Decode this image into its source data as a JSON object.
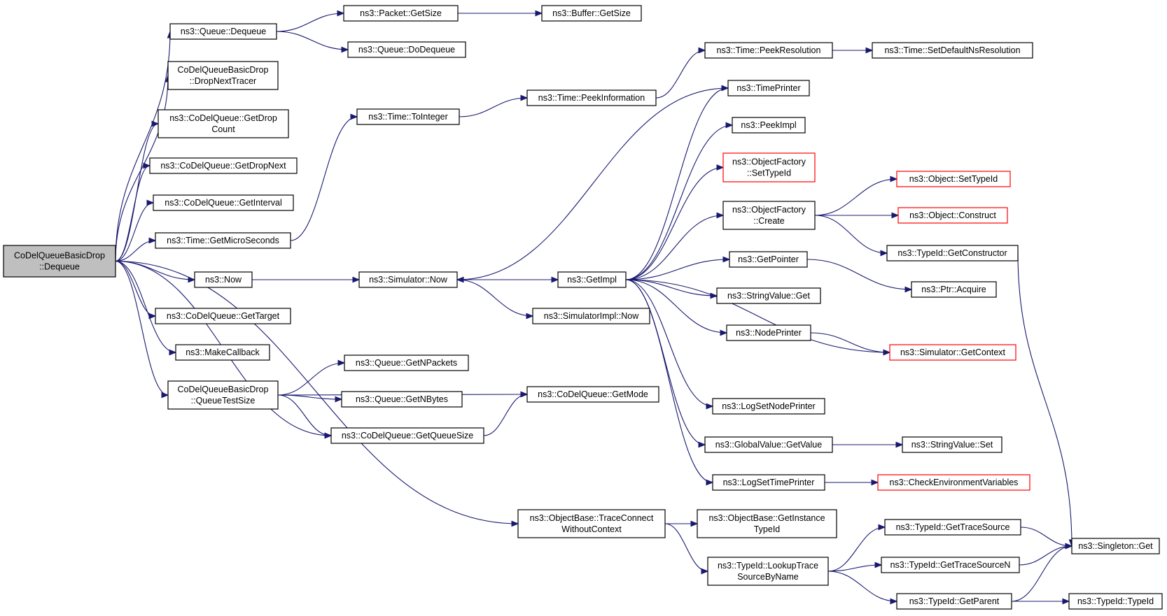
{
  "colors": {
    "edge": "#191970",
    "node_border": "#000000",
    "truncated_border": "#ff0000",
    "root_fill": "#bfbfbf",
    "background": "#ffffff"
  },
  "nodes": {
    "root": [
      "CoDelQueueBasicDrop",
      "::Dequeue"
    ],
    "queue_dequeue": [
      "ns3::Queue::Dequeue"
    ],
    "packet_getsize": [
      "ns3::Packet::GetSize"
    ],
    "buffer_getsize": [
      "ns3::Buffer::GetSize"
    ],
    "queue_dodequeue": [
      "ns3::Queue::DoDequeue"
    ],
    "drop_next_tracer": [
      "CoDelQueueBasicDrop",
      "::DropNextTracer"
    ],
    "get_drop_count": [
      "ns3::CoDelQueue::GetDrop",
      "Count"
    ],
    "get_drop_next": [
      "ns3::CoDelQueue::GetDropNext"
    ],
    "get_interval": [
      "ns3::CoDelQueue::GetInterval"
    ],
    "time_get_micro": [
      "ns3::Time::GetMicroSeconds"
    ],
    "ns3_now": [
      "ns3::Now"
    ],
    "get_target": [
      "ns3::CoDelQueue::GetTarget"
    ],
    "make_callback": [
      "ns3::MakeCallback"
    ],
    "queue_test_size": [
      "CoDelQueueBasicDrop",
      "::QueueTestSize"
    ],
    "queue_get_npackets": [
      "ns3::Queue::GetNPackets"
    ],
    "queue_get_nbytes": [
      "ns3::Queue::GetNBytes"
    ],
    "codel_get_queue_size": [
      "ns3::CoDelQueue::GetQueueSize"
    ],
    "codel_get_mode": [
      "ns3::CoDelQueue::GetMode"
    ],
    "time_to_integer": [
      "ns3::Time::ToInteger"
    ],
    "time_peek_information": [
      "ns3::Time::PeekInformation"
    ],
    "time_peek_resolution": [
      "ns3::Time::PeekResolution"
    ],
    "time_set_default_ns_resolution": [
      "ns3::Time::SetDefaultNsResolution"
    ],
    "simulator_now": [
      "ns3::Simulator::Now"
    ],
    "simulator_impl_now": [
      "ns3::SimulatorImpl::Now"
    ],
    "get_impl": [
      "ns3::GetImpl"
    ],
    "time_printer": [
      "ns3::TimePrinter"
    ],
    "peek_impl": [
      "ns3::PeekImpl"
    ],
    "object_factory_set_type_id": [
      "ns3::ObjectFactory",
      "::SetTypeId"
    ],
    "object_factory_create": [
      "ns3::ObjectFactory",
      "::Create"
    ],
    "object_set_type_id": [
      "ns3::Object::SetTypeId"
    ],
    "object_construct": [
      "ns3::Object::Construct"
    ],
    "typeid_get_constructor": [
      "ns3::TypeId::GetConstructor"
    ],
    "get_pointer": [
      "ns3::GetPointer"
    ],
    "ptr_acquire": [
      "ns3::Ptr::Acquire"
    ],
    "string_value_get": [
      "ns3::StringValue::Get"
    ],
    "node_printer": [
      "ns3::NodePrinter"
    ],
    "simulator_get_context": [
      "ns3::Simulator::GetContext"
    ],
    "log_set_node_printer": [
      "ns3::LogSetNodePrinter"
    ],
    "global_value_get_value": [
      "ns3::GlobalValue::GetValue"
    ],
    "string_value_set": [
      "ns3::StringValue::Set"
    ],
    "log_set_time_printer": [
      "ns3::LogSetTimePrinter"
    ],
    "check_environment_variables": [
      "ns3::CheckEnvironmentVariables"
    ],
    "trace_connect_without_context": [
      "ns3::ObjectBase::TraceConnect",
      "WithoutContext"
    ],
    "object_base_get_instance_typeid": [
      "ns3::ObjectBase::GetInstance",
      "TypeId"
    ],
    "typeid_lookup_trace_source": [
      "ns3::TypeId::LookupTrace",
      "SourceByName"
    ],
    "typeid_get_trace_source": [
      "ns3::TypeId::GetTraceSource"
    ],
    "typeid_get_trace_source_n": [
      "ns3::TypeId::GetTraceSourceN"
    ],
    "typeid_get_parent": [
      "ns3::TypeId::GetParent"
    ],
    "singleton_get": [
      "ns3::Singleton::Get"
    ],
    "typeid_typeid": [
      "ns3::TypeId::TypeId"
    ]
  },
  "edges": [
    [
      "root",
      "queue_dequeue"
    ],
    [
      "root",
      "drop_next_tracer"
    ],
    [
      "root",
      "get_drop_count"
    ],
    [
      "root",
      "get_drop_next"
    ],
    [
      "root",
      "get_interval"
    ],
    [
      "root",
      "time_get_micro"
    ],
    [
      "root",
      "ns3_now"
    ],
    [
      "root",
      "get_target"
    ],
    [
      "root",
      "make_callback"
    ],
    [
      "root",
      "queue_test_size"
    ],
    [
      "root",
      "codel_get_queue_size"
    ],
    [
      "root",
      "trace_connect_without_context"
    ],
    [
      "queue_dequeue",
      "packet_getsize"
    ],
    [
      "queue_dequeue",
      "queue_dodequeue"
    ],
    [
      "packet_getsize",
      "buffer_getsize"
    ],
    [
      "time_get_micro",
      "time_to_integer"
    ],
    [
      "time_to_integer",
      "time_peek_information"
    ],
    [
      "time_peek_information",
      "time_peek_resolution"
    ],
    [
      "time_peek_resolution",
      "time_set_default_ns_resolution"
    ],
    [
      "ns3_now",
      "simulator_now"
    ],
    [
      "simulator_now",
      "get_impl"
    ],
    [
      "simulator_now",
      "simulator_impl_now"
    ],
    [
      "get_impl",
      "time_printer"
    ],
    [
      "time_printer",
      "simulator_now"
    ],
    [
      "get_impl",
      "peek_impl"
    ],
    [
      "get_impl",
      "object_factory_set_type_id"
    ],
    [
      "get_impl",
      "object_factory_create"
    ],
    [
      "get_impl",
      "get_pointer"
    ],
    [
      "get_impl",
      "string_value_get"
    ],
    [
      "get_impl",
      "node_printer"
    ],
    [
      "get_impl",
      "simulator_get_context"
    ],
    [
      "get_impl",
      "log_set_node_printer"
    ],
    [
      "get_impl",
      "global_value_get_value"
    ],
    [
      "get_impl",
      "log_set_time_printer"
    ],
    [
      "object_factory_create",
      "object_set_type_id"
    ],
    [
      "object_factory_create",
      "object_construct"
    ],
    [
      "object_factory_create",
      "typeid_get_constructor"
    ],
    [
      "typeid_get_constructor",
      "singleton_get"
    ],
    [
      "get_pointer",
      "ptr_acquire"
    ],
    [
      "node_printer",
      "simulator_get_context"
    ],
    [
      "global_value_get_value",
      "string_value_set"
    ],
    [
      "log_set_time_printer",
      "check_environment_variables"
    ],
    [
      "queue_test_size",
      "queue_get_npackets"
    ],
    [
      "queue_test_size",
      "queue_get_nbytes"
    ],
    [
      "queue_test_size",
      "codel_get_queue_size"
    ],
    [
      "queue_test_size",
      "codel_get_mode"
    ],
    [
      "codel_get_queue_size",
      "codel_get_mode"
    ],
    [
      "trace_connect_without_context",
      "object_base_get_instance_typeid"
    ],
    [
      "trace_connect_without_context",
      "typeid_lookup_trace_source"
    ],
    [
      "typeid_lookup_trace_source",
      "typeid_get_trace_source"
    ],
    [
      "typeid_lookup_trace_source",
      "typeid_get_trace_source_n"
    ],
    [
      "typeid_lookup_trace_source",
      "typeid_get_parent"
    ],
    [
      "typeid_get_trace_source",
      "singleton_get"
    ],
    [
      "typeid_get_trace_source_n",
      "singleton_get"
    ],
    [
      "typeid_get_parent",
      "singleton_get"
    ],
    [
      "typeid_get_parent",
      "typeid_typeid"
    ]
  ]
}
